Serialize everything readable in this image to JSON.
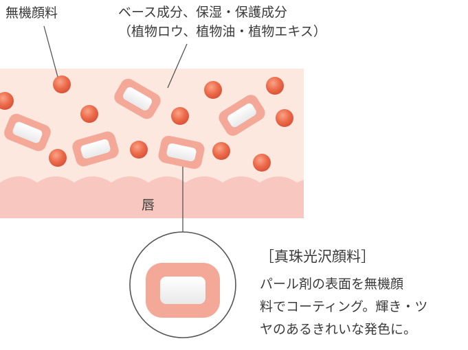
{
  "labels": {
    "inorganic_pigment": "無機顔料",
    "base_line1": "ベース成分、保湿・保護成分",
    "base_line2": "（植物ロウ、植物油・植物エキス）",
    "lip": "唇"
  },
  "pearl": {
    "title": "［真珠光沢顔料］",
    "desc_line1": "パール剤の表面を無機顔",
    "desc_line2": "料でコーティング。輝き・ツ",
    "desc_line3": "ヤのあるきれいな発色に。"
  },
  "colors": {
    "base_layer": "#fde8df",
    "lip_layer": "#f8c8c0",
    "pigment_dot": "#ec6a4a",
    "pearl_frame": "#f4a898",
    "pearl_core": "#ffffff",
    "line": "#555555"
  }
}
